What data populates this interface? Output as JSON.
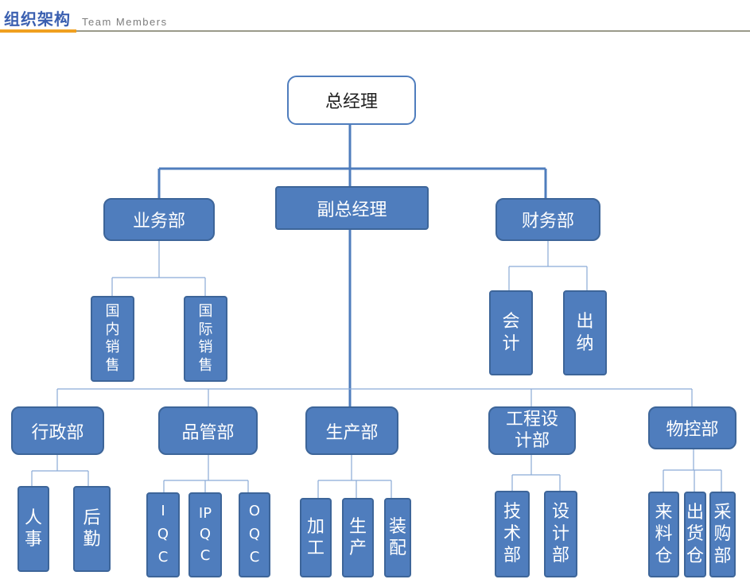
{
  "header": {
    "title": "组织架构",
    "subtitle": "Team Members"
  },
  "nodes": {
    "ceo": "总经理",
    "vp": "副总经理",
    "sales": "业务部",
    "finance": "财务部",
    "domestic_sales": "国内销售",
    "intl_sales": "国际销售",
    "accounting": "会计",
    "cashier": "出纳",
    "admin": "行政部",
    "qc": "品管部",
    "production": "生产部",
    "engineering": "工程设计部",
    "logistics": "物控部",
    "hr": "人事",
    "support": "后勤",
    "iqc": "IQC",
    "ipqc": "IPQC",
    "oqc": "OQC",
    "processing": "加工",
    "manufacture": "生产",
    "assembly": "装配",
    "tech": "技术部",
    "design": "设计部",
    "incoming_wh": "来料仓",
    "outgoing_wh": "出货仓",
    "purchasing": "采购部"
  },
  "colors": {
    "box_fill": "#4f7dbd",
    "box_border": "#3d6599",
    "title": "#3a5fb0",
    "accent": "#f0a020"
  }
}
